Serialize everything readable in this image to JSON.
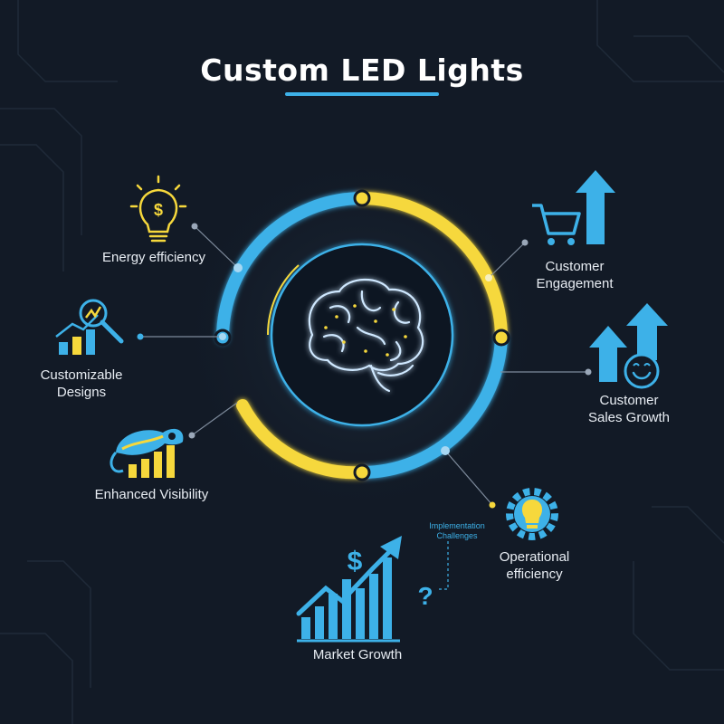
{
  "title": "Custom LED Lights",
  "colors": {
    "background": "#121a26",
    "blue": "#3db1e8",
    "yellow": "#f6d83c",
    "text": "#e8edf3"
  },
  "center_icon": "brain-icon",
  "benefits": [
    {
      "key": "energy",
      "label": "Energy efficiency",
      "icon": "lightbulb-dollar-icon"
    },
    {
      "key": "designs",
      "label_lines": [
        "Customizable",
        "Designs"
      ],
      "icon": "chart-magnifier-icon"
    },
    {
      "key": "visibility",
      "label": "Enhanced Visibility",
      "icon": "chameleon-icon"
    },
    {
      "key": "engagement",
      "label_lines": [
        "Customer",
        "Engagement"
      ],
      "icon": "cart-arrow-icon"
    },
    {
      "key": "sales",
      "label_lines": [
        "Customer",
        "Sales Growth"
      ],
      "icon": "arrows-smiley-icon"
    },
    {
      "key": "operational",
      "label_lines": [
        "Operational",
        "efficiency"
      ],
      "icon": "gear-lightbulb-icon"
    },
    {
      "key": "market",
      "label": "Market Growth",
      "icon": "growth-chart-dollar-icon"
    }
  ],
  "implementation": {
    "label_lines": [
      "Implementation",
      "Challenges"
    ],
    "icon": "question-mark-icon"
  }
}
